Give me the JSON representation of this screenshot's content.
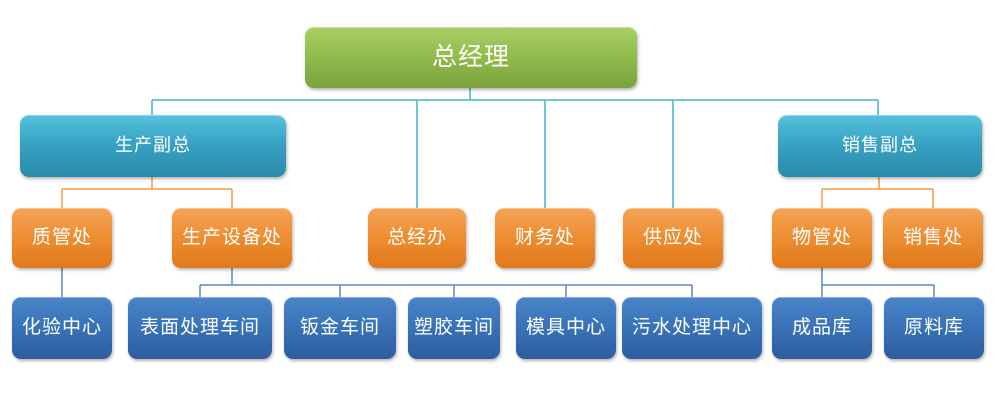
{
  "diagram": {
    "type": "org-chart",
    "colors": {
      "level1_box": "#93bd4d",
      "level2_box": "#38a3c4",
      "level3_box": "#ee8f33",
      "level4_box": "#3a74b8",
      "connector_level1": "#45b2ce",
      "connector_level2": "#f59b45",
      "connector_level3": "#5b87c5",
      "text": "#ffffff",
      "background": "#ffffff"
    },
    "nodes": {
      "root": {
        "label": "总经理"
      },
      "vp_production": {
        "label": "生产副总"
      },
      "vp_sales": {
        "label": "销售副总"
      },
      "dept_quality": {
        "label": "质管处"
      },
      "dept_equipment": {
        "label": "生产设备处"
      },
      "dept_gm_office": {
        "label": "总经办"
      },
      "dept_finance": {
        "label": "财务处"
      },
      "dept_supply": {
        "label": "供应处"
      },
      "dept_material": {
        "label": "物管处"
      },
      "dept_sales": {
        "label": "销售处"
      },
      "unit_lab": {
        "label": "化验中心"
      },
      "unit_surface": {
        "label": "表面处理车间"
      },
      "unit_sheet_metal": {
        "label": "钣金车间"
      },
      "unit_plastics": {
        "label": "塑胶车间"
      },
      "unit_mold": {
        "label": "模具中心"
      },
      "unit_wastewater": {
        "label": "污水处理中心"
      },
      "unit_finished_goods": {
        "label": "成品库"
      },
      "unit_raw_material": {
        "label": "原料库"
      }
    },
    "edges": [
      {
        "parent": "root",
        "child": "vp_production"
      },
      {
        "parent": "root",
        "child": "dept_gm_office"
      },
      {
        "parent": "root",
        "child": "dept_finance"
      },
      {
        "parent": "root",
        "child": "dept_supply"
      },
      {
        "parent": "root",
        "child": "vp_sales"
      },
      {
        "parent": "vp_production",
        "child": "dept_quality"
      },
      {
        "parent": "vp_production",
        "child": "dept_equipment"
      },
      {
        "parent": "vp_sales",
        "child": "dept_material"
      },
      {
        "parent": "vp_sales",
        "child": "dept_sales"
      },
      {
        "parent": "dept_quality",
        "child": "unit_lab"
      },
      {
        "parent": "dept_equipment",
        "child": "unit_surface"
      },
      {
        "parent": "dept_equipment",
        "child": "unit_sheet_metal"
      },
      {
        "parent": "dept_equipment",
        "child": "unit_plastics"
      },
      {
        "parent": "dept_equipment",
        "child": "unit_mold"
      },
      {
        "parent": "dept_equipment",
        "child": "unit_wastewater"
      },
      {
        "parent": "dept_material",
        "child": "unit_finished_goods"
      },
      {
        "parent": "dept_material",
        "child": "unit_raw_material"
      }
    ]
  }
}
